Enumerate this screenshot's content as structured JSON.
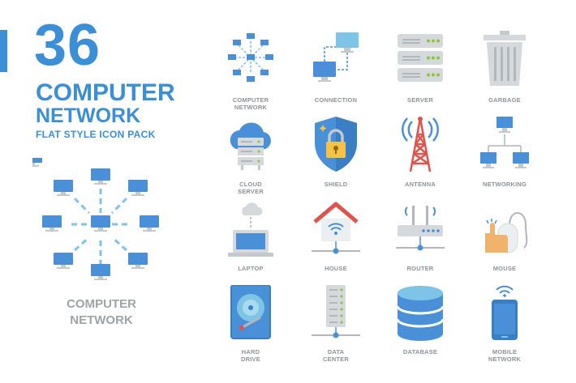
{
  "header": {
    "number": "36",
    "title_line1": "COMPUTER",
    "title_line2": "NETWORK",
    "subtitle": "FLAT STYLE ICON PACK"
  },
  "feature": {
    "label_line1": "COMPUTER",
    "label_line2": "NETWORK"
  },
  "icons": [
    {
      "name": "computer-network-icon",
      "line1": "COMPUTER",
      "line2": "NETWORK"
    },
    {
      "name": "connection-icon",
      "line1": "CONNECTION",
      "line2": ""
    },
    {
      "name": "server-icon",
      "line1": "SERVER",
      "line2": ""
    },
    {
      "name": "garbage-icon",
      "line1": "GARBAGE",
      "line2": ""
    },
    {
      "name": "cloud-server-icon",
      "line1": "CLOUD",
      "line2": "SERVER"
    },
    {
      "name": "shield-icon",
      "line1": "SHIELD",
      "line2": ""
    },
    {
      "name": "antenna-icon",
      "line1": "ANTENNA",
      "line2": ""
    },
    {
      "name": "networking-icon",
      "line1": "NETWORKING",
      "line2": ""
    },
    {
      "name": "laptop-icon",
      "line1": "LAPTOP",
      "line2": ""
    },
    {
      "name": "house-icon",
      "line1": "HOUSE",
      "line2": ""
    },
    {
      "name": "router-icon",
      "line1": "ROUTER",
      "line2": ""
    },
    {
      "name": "mouse-icon",
      "line1": "MOUSE",
      "line2": ""
    },
    {
      "name": "hard-drive-icon",
      "line1": "HARD",
      "line2": "DRIVE"
    },
    {
      "name": "data-center-icon",
      "line1": "DATA",
      "line2": "CENTER"
    },
    {
      "name": "database-icon",
      "line1": "DATABASE",
      "line2": ""
    },
    {
      "name": "mobile-network-icon",
      "line1": "MOBILE",
      "line2": "NETWORK"
    }
  ],
  "colors": {
    "accent": "#3a8fd6",
    "label_gray": "#8e949a",
    "screen_blue": "#4a90d9",
    "light_blue": "#7ec4e6",
    "server_gray": "#d5d9dc",
    "led_green": "#8cc63f",
    "antenna_red": "#e0524a",
    "lock_yellow": "#f6c244",
    "skin": "#f1b36b"
  }
}
